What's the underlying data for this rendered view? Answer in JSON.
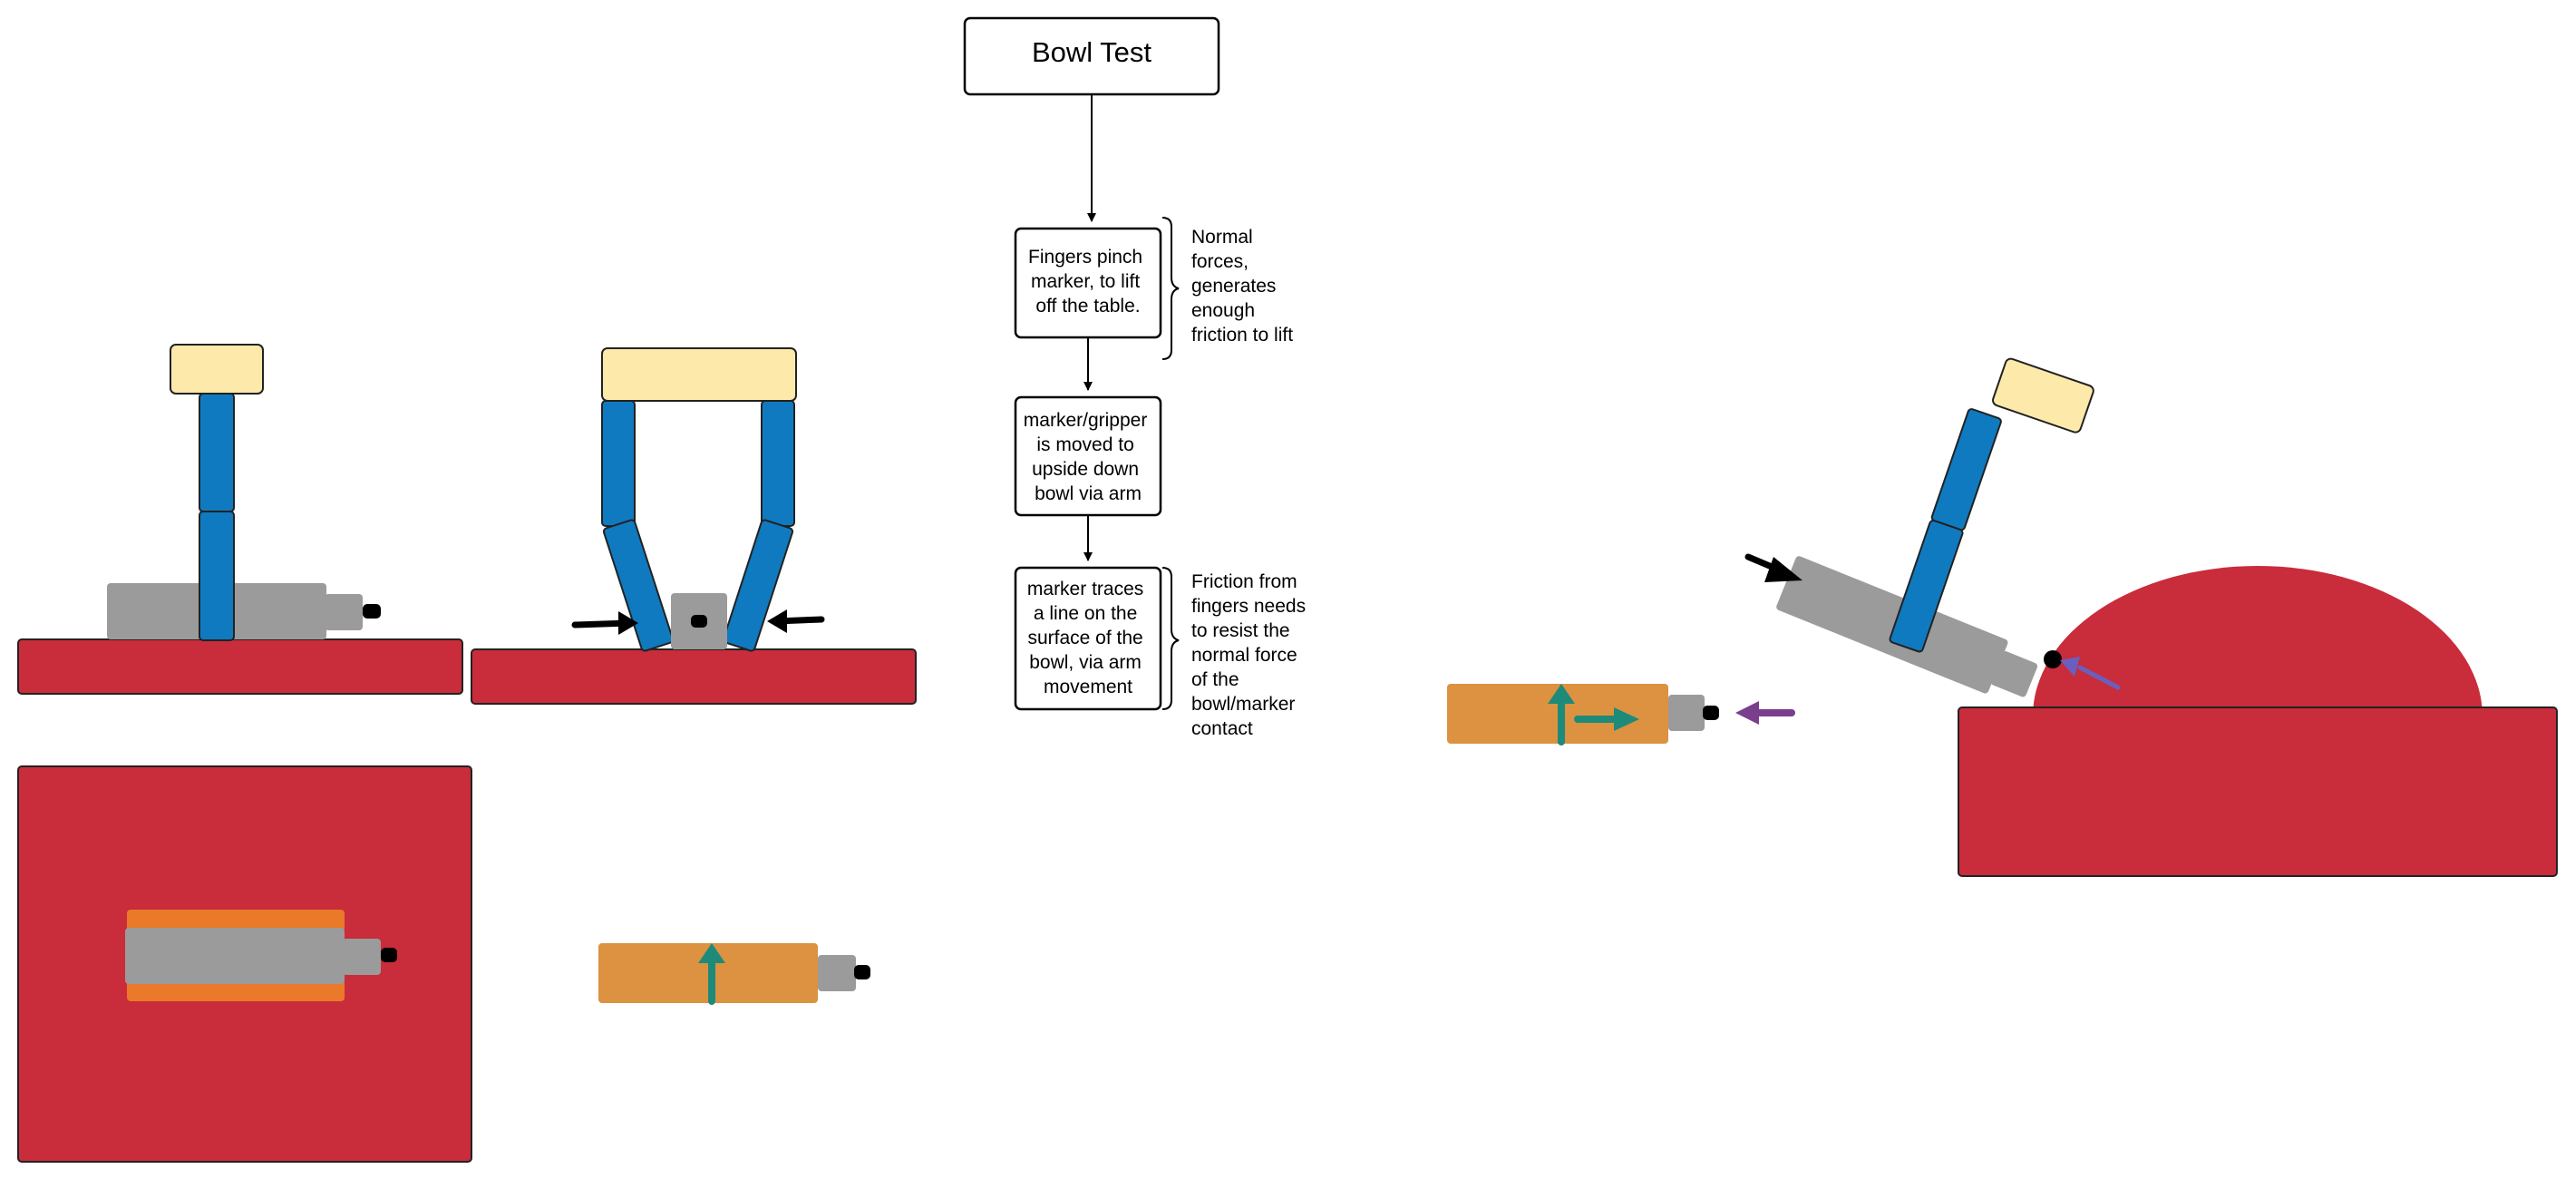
{
  "title": "Bowl Test",
  "steps": [
    {
      "lines": [
        "Fingers pinch",
        "marker, to lift",
        "off the table."
      ]
    },
    {
      "lines": [
        "marker/gripper",
        "is moved to",
        "upside down",
        "bowl via arm"
      ]
    },
    {
      "lines": [
        "marker traces",
        "a line on the",
        "surface of the",
        "bowl, via arm",
        "movement"
      ]
    }
  ],
  "notes": [
    {
      "lines": [
        "Normal",
        "forces,",
        "generates",
        "enough",
        "friction to lift"
      ]
    },
    {
      "lines": [
        "Friction from",
        "fingers needs",
        "to resist the",
        "normal force",
        "of the",
        "bowl/marker",
        "contact"
      ]
    }
  ],
  "colors": {
    "table_red": "#c92c3a",
    "finger_blue": "#0f7abf",
    "palm_yellow": "#fde9a9",
    "marker_gray": "#9b9b9b",
    "marker_tip": "#000000",
    "pad_orange": "#ea7a2a",
    "body_orange": "#dc9240",
    "friction_green": "#1e8a7a",
    "force_purple": "#7a3f8c",
    "force_blue_purple": "#6a5fc0",
    "arrow_black": "#000000"
  }
}
